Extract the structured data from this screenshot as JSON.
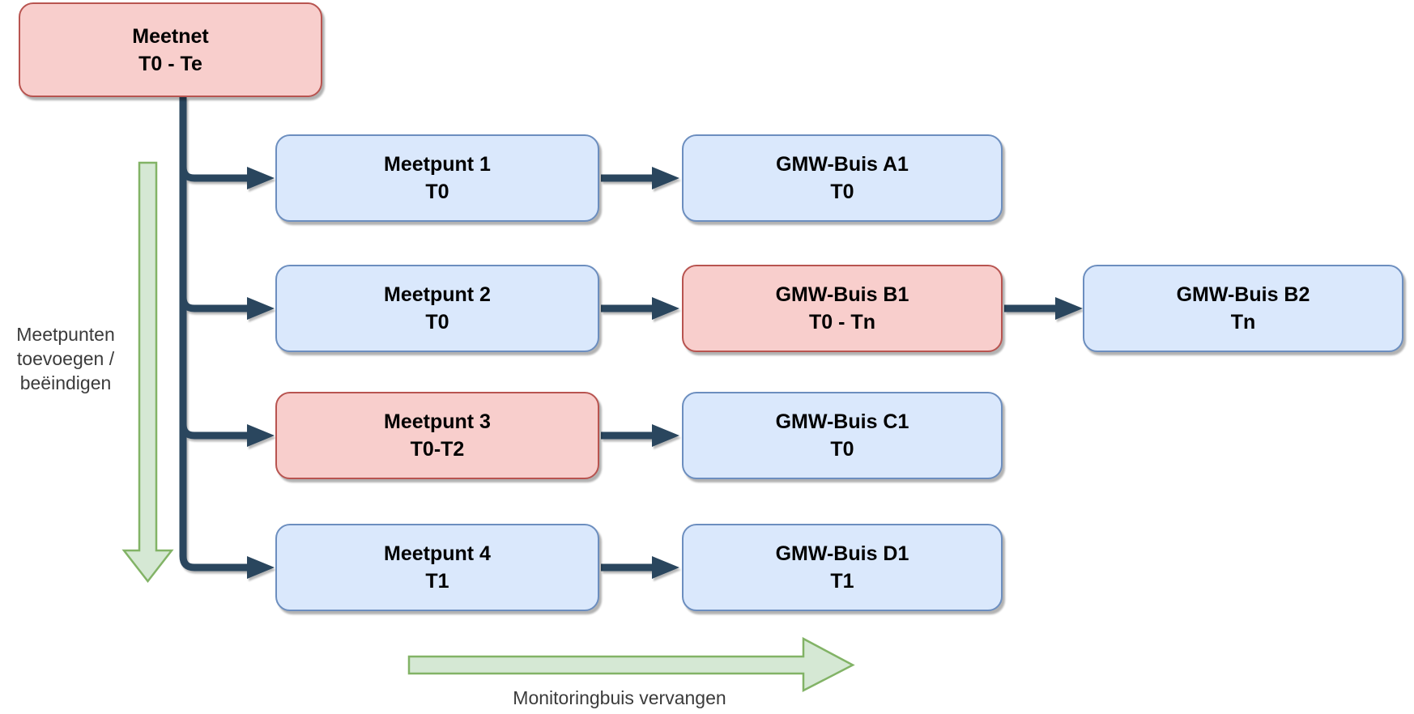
{
  "diagram": {
    "nodes": [
      {
        "id": "meetnet",
        "title": "Meetnet",
        "subtitle": "T0 - Te",
        "variant": "red"
      },
      {
        "id": "meetpunt-1",
        "title": "Meetpunt 1",
        "subtitle": "T0",
        "variant": "blue"
      },
      {
        "id": "gmw-buis-a1",
        "title": "GMW-Buis A1",
        "subtitle": "T0",
        "variant": "blue"
      },
      {
        "id": "meetpunt-2",
        "title": "Meetpunt 2",
        "subtitle": "T0",
        "variant": "blue"
      },
      {
        "id": "gmw-buis-b1",
        "title": "GMW-Buis B1",
        "subtitle": "T0 - Tn",
        "variant": "red"
      },
      {
        "id": "gmw-buis-b2",
        "title": "GMW-Buis B2",
        "subtitle": "Tn",
        "variant": "blue"
      },
      {
        "id": "meetpunt-3",
        "title": "Meetpunt 3",
        "subtitle": "T0-T2",
        "variant": "red"
      },
      {
        "id": "gmw-buis-c1",
        "title": "GMW-Buis C1",
        "subtitle": "T0",
        "variant": "blue"
      },
      {
        "id": "meetpunt-4",
        "title": "Meetpunt 4",
        "subtitle": "T1",
        "variant": "blue"
      },
      {
        "id": "gmw-buis-d1",
        "title": "GMW-Buis D1",
        "subtitle": "T1",
        "variant": "blue"
      }
    ],
    "annotations": {
      "left_arrow_label": "Meetpunten\ntoevoegen /\nbeëindigen",
      "bottom_arrow_label": "Monitoringbuis vervangen"
    },
    "colors": {
      "red_fill": "#f8cecc",
      "red_border": "#b85450",
      "blue_fill": "#dae8fc",
      "blue_border": "#6c8ebf",
      "green_fill": "#d5e8d4",
      "green_border": "#82b366",
      "connector": "#2a465e"
    }
  }
}
